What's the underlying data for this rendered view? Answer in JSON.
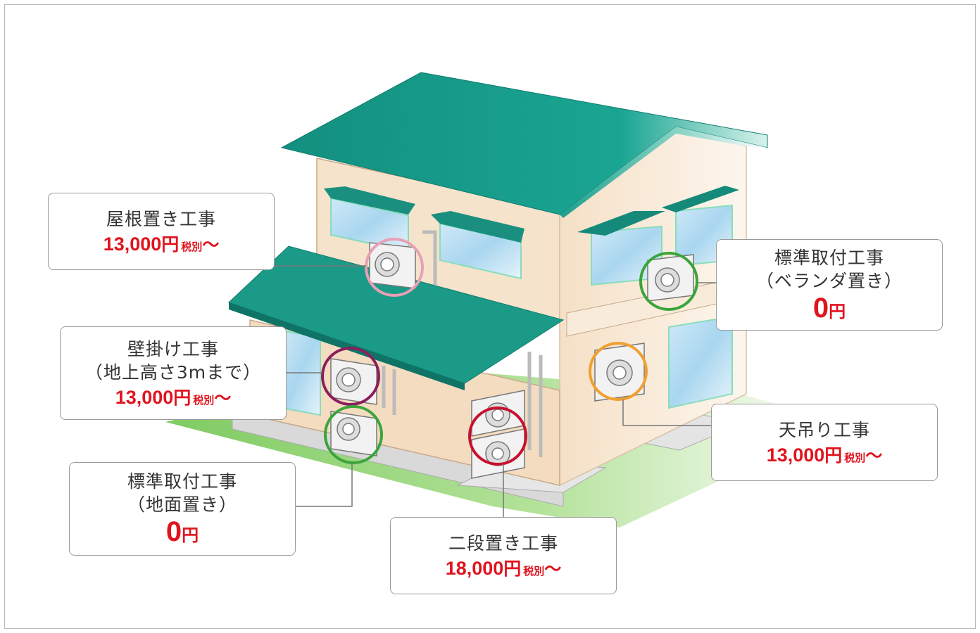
{
  "callouts": {
    "roof": {
      "title": "屋根置き工事",
      "amount": "13,000",
      "yen": "円",
      "tax": "税別",
      "tilde": "〜"
    },
    "wall": {
      "title": "壁掛け工事",
      "note": "（地上高さ3mまで）",
      "amount": "13,000",
      "yen": "円",
      "tax": "税別",
      "tilde": "〜"
    },
    "ground": {
      "title": "標準取付工事",
      "note": "（地面置き）",
      "amount": "0",
      "yen": "円"
    },
    "double": {
      "title": "二段置き工事",
      "amount": "18,000",
      "yen": "円",
      "tax": "税別",
      "tilde": "〜"
    },
    "veranda": {
      "title": "標準取付工事",
      "note": "（ベランダ置き）",
      "amount": "0",
      "yen": "円"
    },
    "ceiling": {
      "title": "天吊り工事",
      "amount": "13,000",
      "yen": "円",
      "tax": "税別",
      "tilde": "〜"
    }
  },
  "colors": {
    "price_red": "#e0141e",
    "roof_teal": "#1a9a88",
    "wall_cream": "#f6e3cc",
    "lawn_green": "#8ed06e",
    "ring_pink": "#e8a0b4",
    "ring_purple": "#8a1f5e",
    "ring_green": "#3aa53a",
    "ring_red": "#c8102e",
    "ring_orange": "#f0a030"
  }
}
